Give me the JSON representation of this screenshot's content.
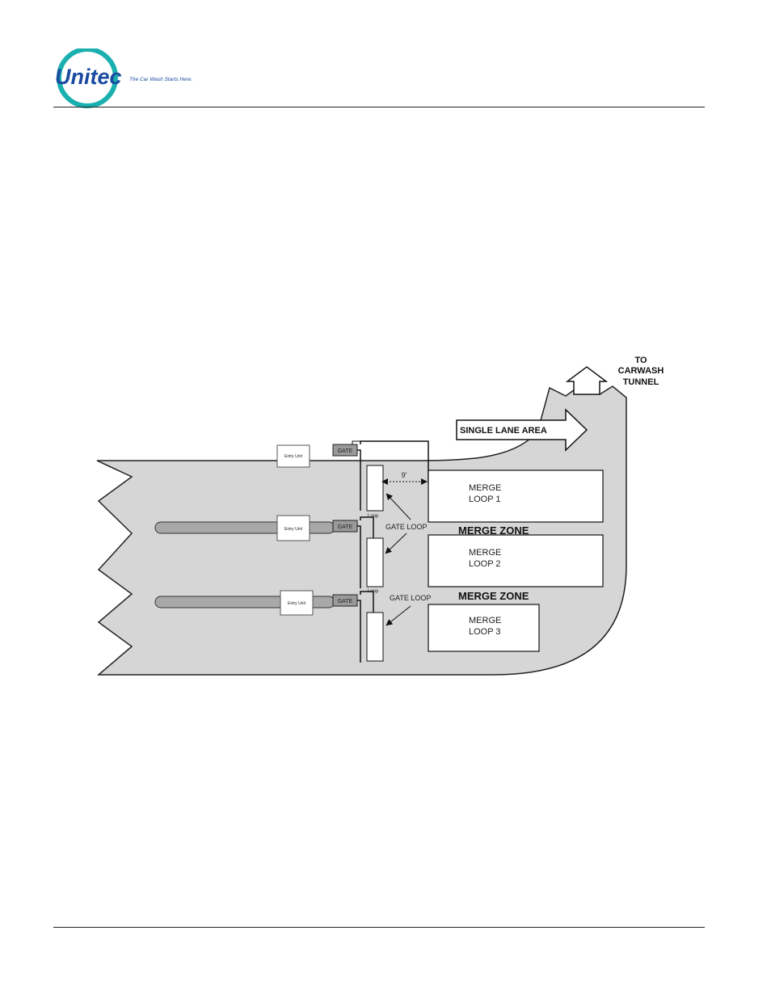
{
  "header": {
    "logo_text": "Unitec",
    "tagline": "The Car Wash Starts Here.",
    "colors": {
      "logo_ring": "#1ab0b0",
      "logo_text": "#1b4aa0"
    }
  },
  "diagram": {
    "to_carwash_tunnel": [
      "TO",
      "CARWASH",
      "TUNNEL"
    ],
    "single_lane_area": "SINGLE LANE AREA",
    "entry_units": [
      "Entry Unit",
      "Entry Unit",
      "Entry Unit"
    ],
    "gate_labels": [
      "GATE",
      "GATE",
      "GATE"
    ],
    "loop_labels": [
      "Loop",
      "Loop"
    ],
    "gate_loop_labels": [
      "GATE LOOP",
      "GATE LOOP"
    ],
    "distance_label": "9'",
    "merge_zones": [
      "MERGE ZONE",
      "MERGE ZONE"
    ],
    "merge_loops": [
      {
        "line1": "MERGE",
        "line2": "LOOP 1"
      },
      {
        "line1": "MERGE",
        "line2": "LOOP 2"
      },
      {
        "line1": "MERGE",
        "line2": "LOOP 3"
      }
    ],
    "colors": {
      "pavement": "#d6d6d6",
      "lane_stripe": "#a8a8a8",
      "gate": "#9a9a9a",
      "outline": "#111111"
    }
  }
}
